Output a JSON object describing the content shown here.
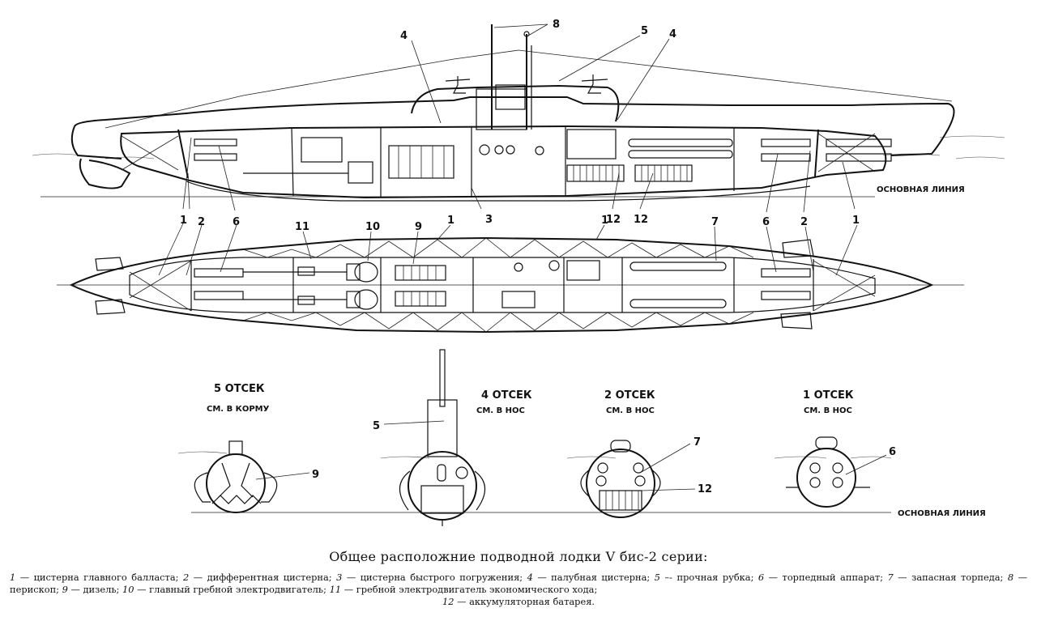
{
  "callouts": {
    "side": {
      "n1": "8",
      "n2": "5",
      "n3": "4",
      "n4": "4",
      "b1": "1",
      "b2": "2",
      "b3": "6",
      "b4": "3",
      "b5": "12",
      "b6": "12"
    },
    "plan": {
      "n1": "1",
      "n2": "2",
      "n3": "6",
      "n4": "11",
      "n5": "10",
      "n6": "9",
      "n7": "1",
      "n8": "1",
      "n9": "7",
      "n10": "6",
      "n11": "2",
      "n12": "1"
    },
    "sections": {
      "s5": "9",
      "s4": "5",
      "s2a": "7",
      "s2b": "12",
      "s1": "6"
    }
  },
  "labels": {
    "baseline_top": "ОСНОВНАЯ ЛИНИЯ",
    "baseline_bottom": "ОСНОВНАЯ ЛИНИЯ",
    "sec5_title": "5 ОТСЕК",
    "sec5_sub": "СМ. В КОРМУ",
    "sec4_title": "4 ОТСЕК",
    "sec4_sub": "СМ. В НОС",
    "sec2_title": "2 ОТСЕК",
    "sec2_sub": "СМ. В НОС",
    "sec1_title": "1 ОТСЕК",
    "sec1_sub": "СМ. В НОС"
  },
  "caption": "Общее расположние подводной лодки V бис-2 серии:",
  "legend": [
    {
      "num": "1",
      "text": "— цистерна главного балласта;"
    },
    {
      "num": "2",
      "text": "— дифферентная цистерна;"
    },
    {
      "num": "3",
      "text": "— цистерна быстрого погружения;"
    },
    {
      "num": "4",
      "text": "— палубная цистерна;"
    },
    {
      "num": "5",
      "text": "–- прочная рубка;"
    },
    {
      "num": "6",
      "text": "— торпедный аппарат;"
    },
    {
      "num": "7",
      "text": "— запасная торпеда;"
    },
    {
      "num": "8",
      "text": "— перископ;"
    },
    {
      "num": "9",
      "text": "— дизель;"
    },
    {
      "num": "10",
      "text": "— главный гребной электродвигатель;"
    },
    {
      "num": "11",
      "text": "— гребной электродвигатель экономического хода;"
    },
    {
      "num": "12",
      "text": "— аккумуляторная батарея."
    }
  ]
}
